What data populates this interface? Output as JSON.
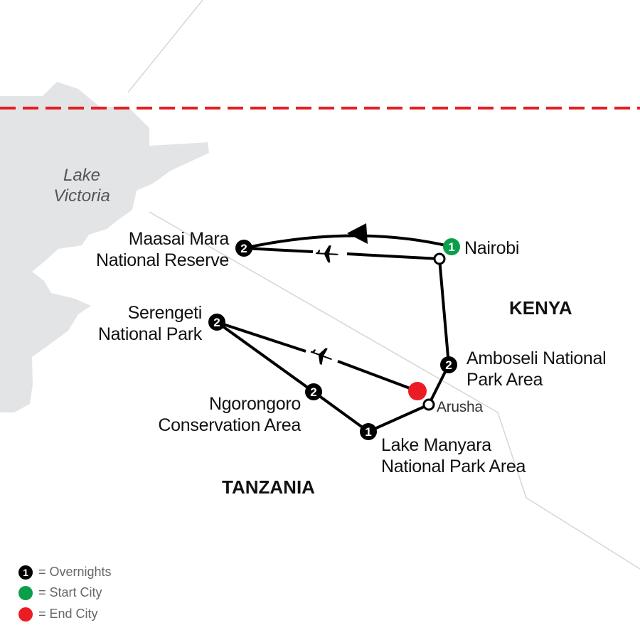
{
  "water": {
    "label_line1": "Lake",
    "label_line2": "Victoria"
  },
  "countries": {
    "kenya": "KENYA",
    "tanzania": "TANZANIA"
  },
  "stops": [
    {
      "name_line1": "Maasai Mara",
      "name_line2": "National Reserve",
      "nights": "2"
    },
    {
      "name_line1": "Nairobi",
      "nights": "1",
      "type": "start"
    },
    {
      "name_line1": "Amboseli National",
      "name_line2": "Park Area",
      "nights": "2"
    },
    {
      "name_line1": "Arusha"
    },
    {
      "name_line1": "Lake Manyara",
      "name_line2": "National Park Area",
      "nights": "1"
    },
    {
      "name_line1": "Ngorongoro",
      "name_line2": "Conservation Area",
      "nights": "2"
    },
    {
      "name_line1": "Serengeti",
      "name_line2": "National Park",
      "nights": "2"
    }
  ],
  "legend": [
    {
      "symbol": "1",
      "label": "= Overnights",
      "color": "#000000"
    },
    {
      "label": "= Start City",
      "color": "#0b9e4a"
    },
    {
      "label": "= End City",
      "color": "#ec1c24"
    }
  ],
  "colors": {
    "border": "#e31e24",
    "land": "#e3e4e6",
    "route": "#000000"
  }
}
